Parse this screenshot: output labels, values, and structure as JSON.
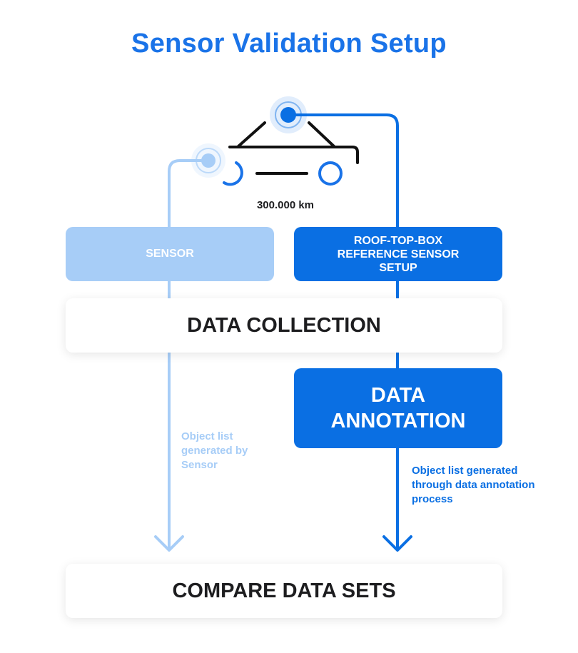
{
  "title": "Sensor Validation Setup",
  "distance_label": "300.000 km",
  "boxes": {
    "sensor": "SENSOR",
    "reference": "ROOF-TOP-BOX REFERENCE SENSOR SETUP",
    "data_collection": "DATA COLLECTION",
    "data_annotation": "DATA ANNOTATION",
    "compare": "COMPARE DATA SETS"
  },
  "notes": {
    "sensor_output": "Object list generated by Sensor",
    "annotation_output": "Object list generated through data annotation process"
  },
  "colors": {
    "title": "#1a73e8",
    "sensor_path": "#a7cdf7",
    "reference_path": "#0a6fe3",
    "car_outline": "#111111"
  },
  "icons": [
    "car-icon",
    "sensor-signal-icon",
    "roof-signal-icon",
    "arrow-down-icon"
  ]
}
